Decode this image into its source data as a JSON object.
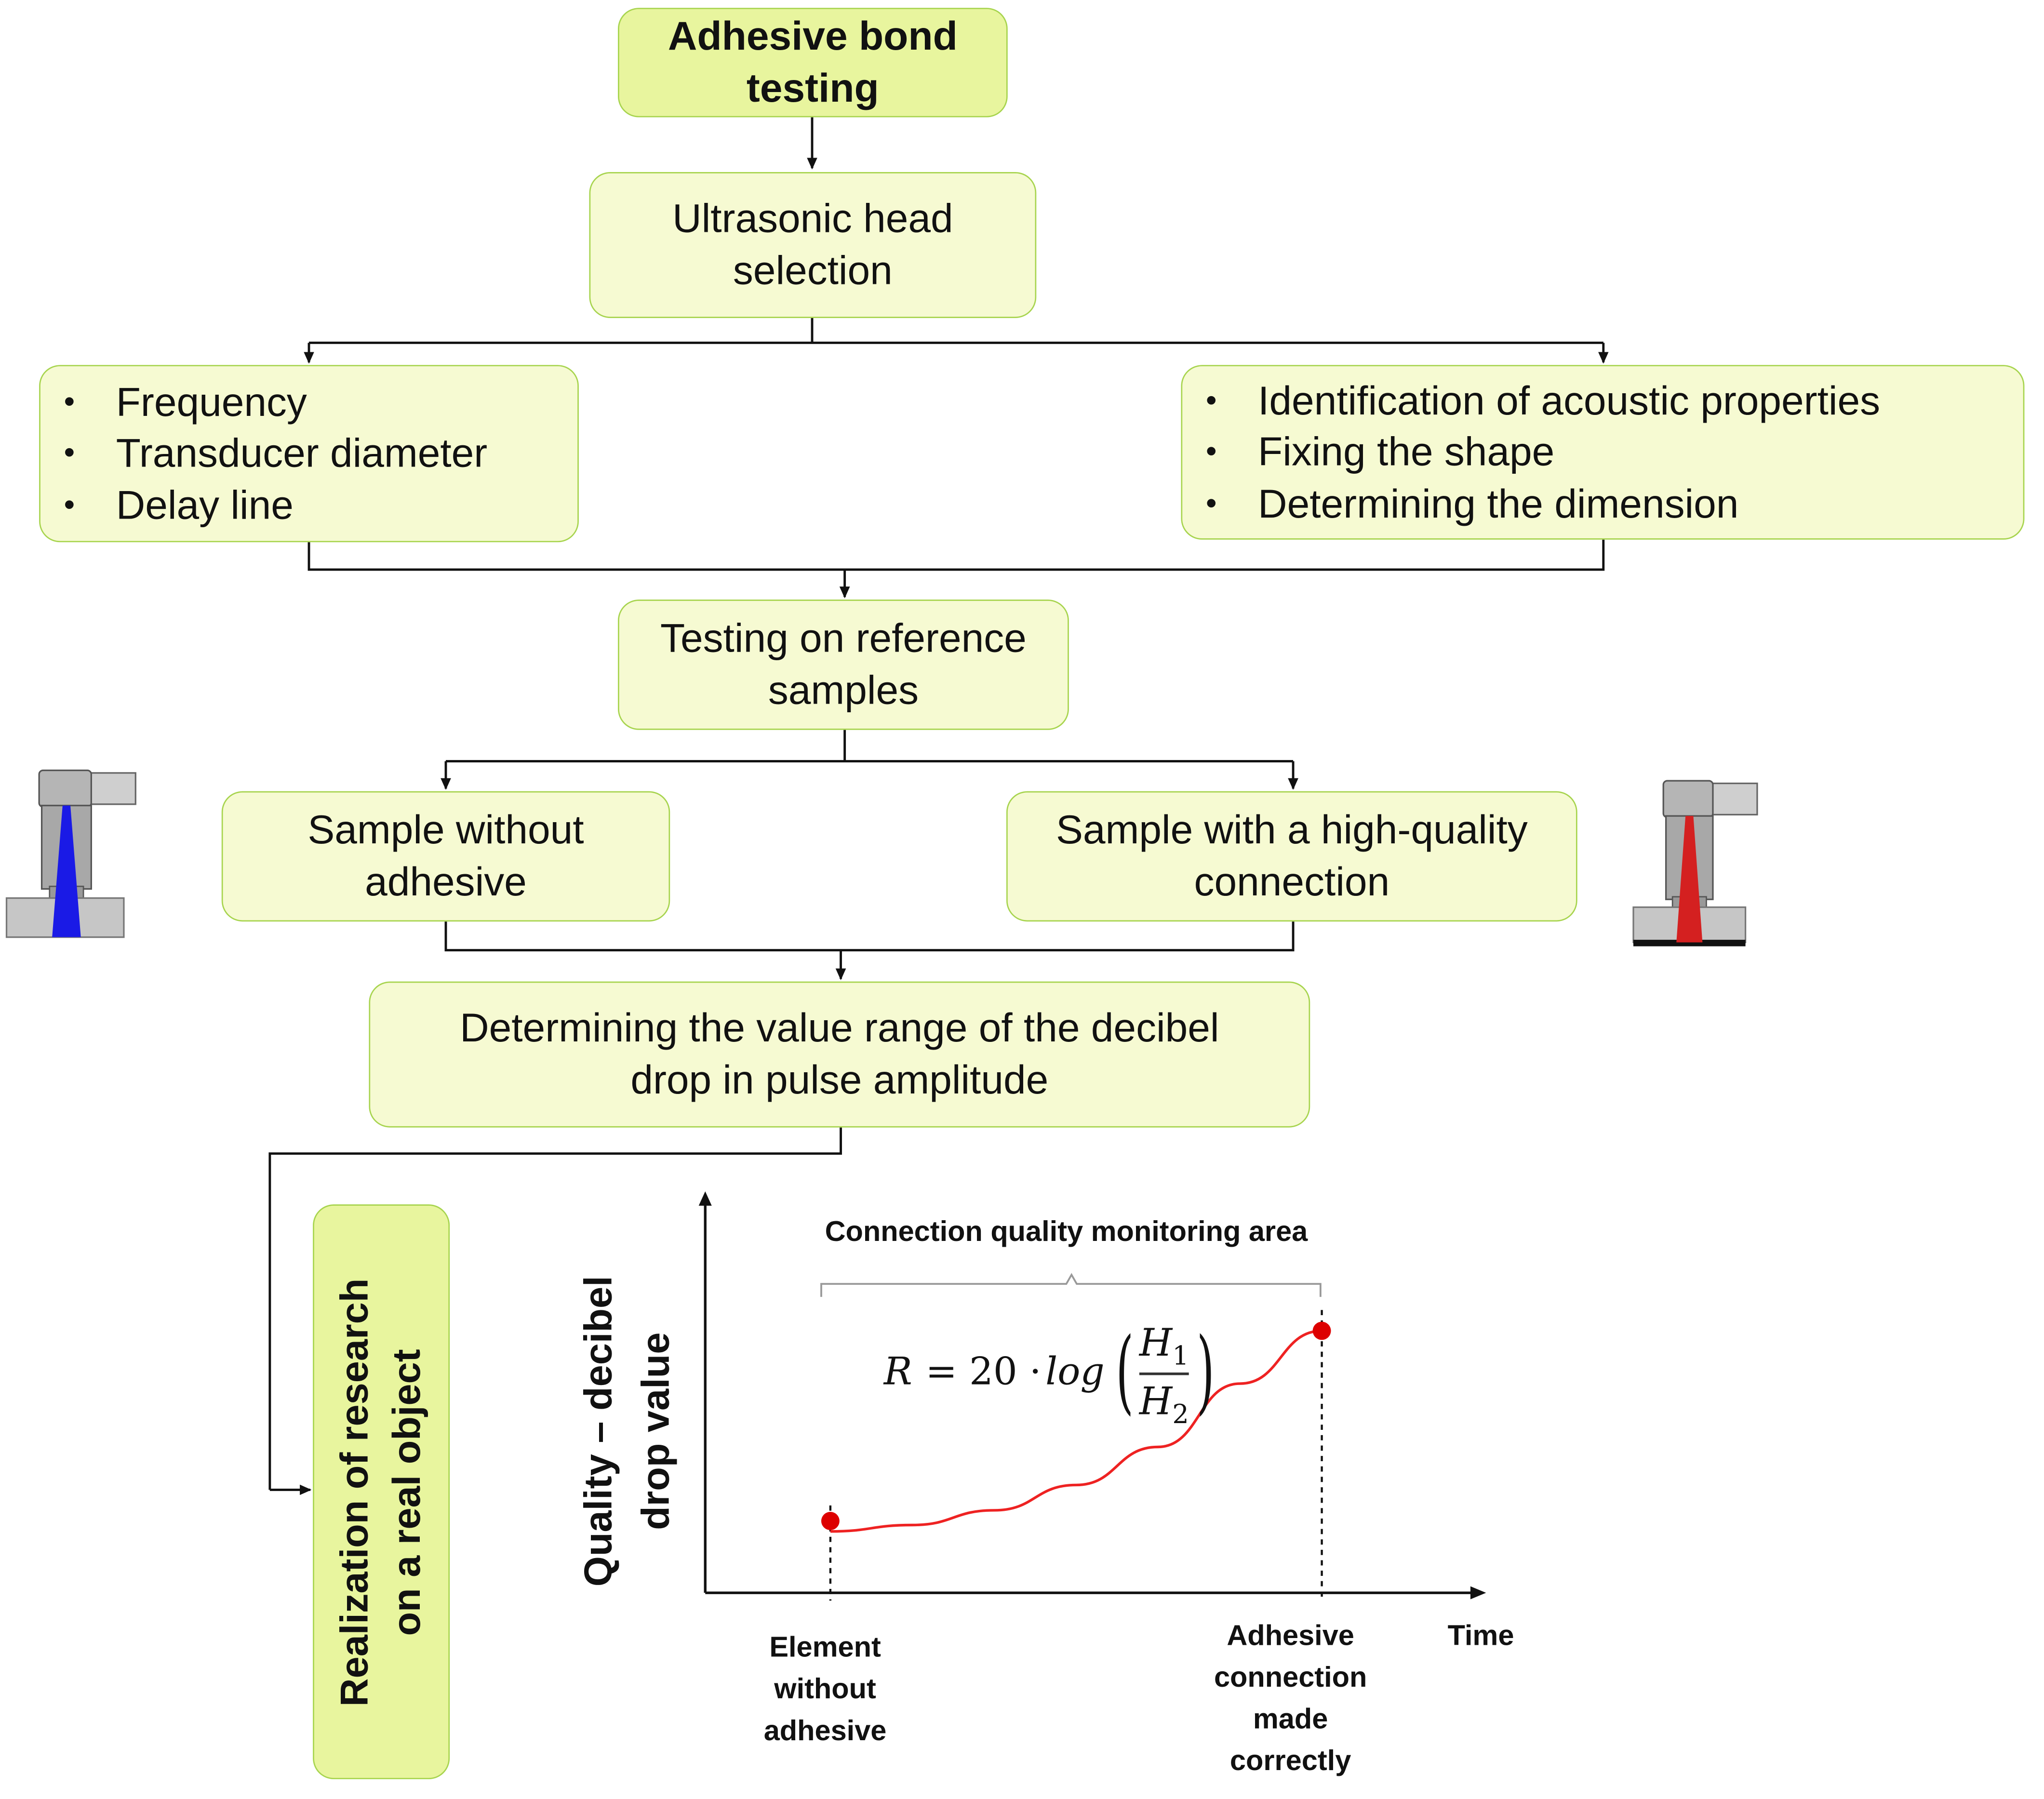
{
  "flow": {
    "title": "Adhesive bond\ntesting",
    "head_selection": "Ultrasonic head\nselection",
    "left_params": [
      "Frequency",
      "Transducer diameter",
      "Delay line"
    ],
    "right_params": [
      "Identification of acoustic properties",
      "Fixing the shape",
      "Determining the dimension"
    ],
    "reference_testing": "Testing on reference\nsamples",
    "sample_without": "Sample without\nadhesive",
    "sample_with": "Sample with a high-quality\nconnection",
    "determining_range": "Determining the value range of the decibel\ndrop in pulse amplitude",
    "realization": "Realization of research\non a real object"
  },
  "chart_data": {
    "type": "line",
    "title": "Connection quality monitoring area",
    "xlabel": "Time",
    "ylabel": "Quality – decibel\ndrop value",
    "formula": {
      "lhs": "R",
      "eq": "= 20 ·",
      "fn": "log",
      "num": "H",
      "num_sub": "1",
      "den": "H",
      "den_sub": "2"
    },
    "x_markers": [
      "Element\nwithout\nadhesive",
      "Adhesive\nconnection\nmade\ncorrectly"
    ],
    "series": [
      {
        "values": [
          0.05,
          0.08,
          0.15,
          0.27,
          0.45,
          0.75,
          1.0
        ]
      }
    ],
    "curve_color": "#ee2222",
    "point_color": "#dd0000"
  },
  "icons": {
    "left_probe": {
      "icon": "ultrasonic-probe-icon",
      "beam_color": "#1a1ae6"
    },
    "right_probe": {
      "icon": "ultrasonic-probe-icon",
      "beam_color": "#d42020"
    }
  }
}
